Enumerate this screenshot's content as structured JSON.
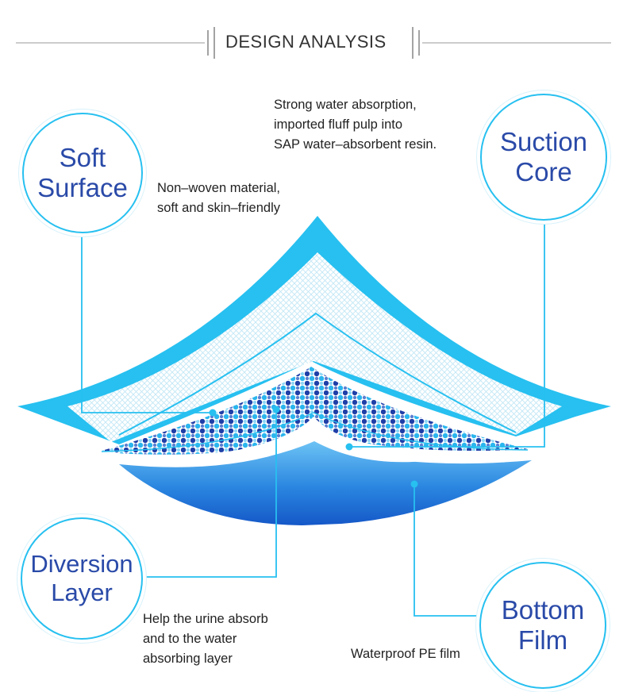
{
  "header": {
    "title": "DESIGN ANALYSIS"
  },
  "colors": {
    "accent": "#27c0f0",
    "label_text": "#2a4aa8",
    "film_dark": "#1558c8",
    "film_light": "#5ab0f0",
    "dot_dark": "#1f3fa8",
    "dot_light": "#2bb6ee"
  },
  "layers": [
    {
      "id": "soft-surface",
      "name_line1": "Soft",
      "name_line2": "Surface",
      "description": [
        "Non–woven material,",
        "soft and skin–friendly"
      ]
    },
    {
      "id": "suction-core",
      "name_line1": "Suction",
      "name_line2": "Core",
      "description": [
        "Strong water absorption,",
        "imported fluff pulp into",
        "SAP water–absorbent resin."
      ]
    },
    {
      "id": "diversion-layer",
      "name_line1": "Diversion",
      "name_line2": "Layer",
      "description": [
        "Help the urine absorb",
        "and to the water",
        "absorbing layer"
      ]
    },
    {
      "id": "bottom-film",
      "name_line1": "Bottom",
      "name_line2": "Film",
      "description": [
        "Waterproof PE film"
      ]
    }
  ]
}
